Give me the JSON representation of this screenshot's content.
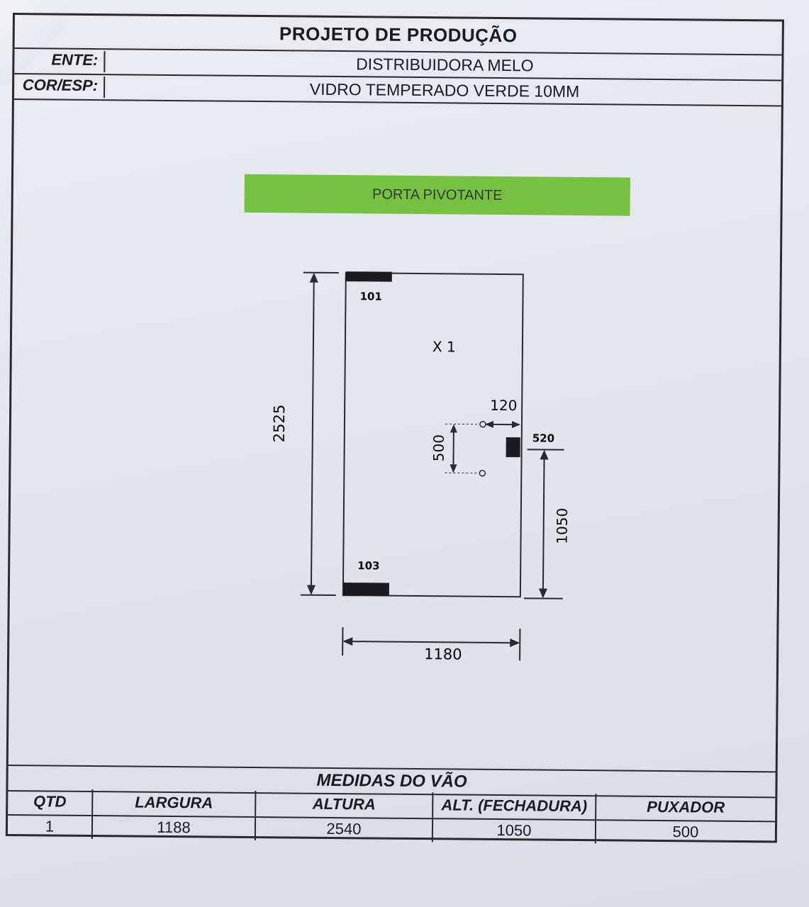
{
  "header": {
    "title": "PROJETO DE PRODUÇÃO",
    "client_label": "ENTE:",
    "client_value": "DISTRIBUIDORA MELO",
    "color_label": "COR/ESP:",
    "color_value": "VIDRO TEMPERADO VERDE 10MM"
  },
  "banner": {
    "label": "PORTA PIVOTANTE",
    "color": "#76c043"
  },
  "drawing": {
    "quantity_mark": "X 1",
    "top_hinge": "101",
    "bottom_hinge": "103",
    "height_dim": "2525",
    "width_dim": "1180",
    "handle_offset": "120",
    "handle_length": "500",
    "lock_code": "520",
    "lock_height": "1050"
  },
  "measures": {
    "title": "MEDIDAS DO VÃO",
    "columns": [
      "QTD",
      "LARGURA",
      "ALTURA",
      "ALT. (FECHADURA)",
      "PUXADOR"
    ],
    "values": [
      "1",
      "1188",
      "2540",
      "1050",
      "500"
    ]
  }
}
